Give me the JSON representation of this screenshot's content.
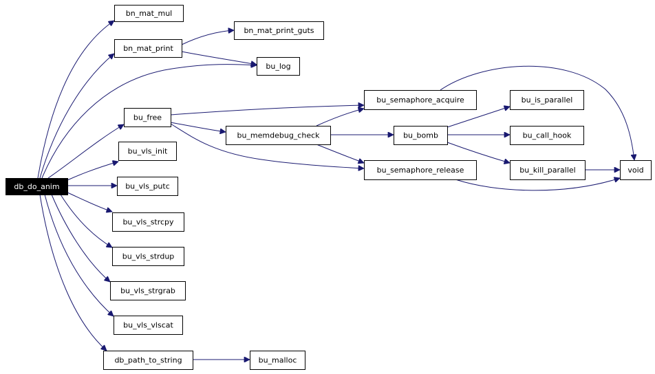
{
  "graph": {
    "edge_color": "#191970",
    "root_fill": "#000000",
    "nodes": [
      {
        "id": "db_do_anim",
        "label": "db_do_anim",
        "root": true
      },
      {
        "id": "bn_mat_mul",
        "label": "bn_mat_mul"
      },
      {
        "id": "bn_mat_print",
        "label": "bn_mat_print"
      },
      {
        "id": "bn_mat_print_guts",
        "label": "bn_mat_print_guts"
      },
      {
        "id": "bu_log",
        "label": "bu_log"
      },
      {
        "id": "bu_free",
        "label": "bu_free"
      },
      {
        "id": "bu_semaphore_acquire",
        "label": "bu_semaphore_acquire"
      },
      {
        "id": "bu_memdebug_check",
        "label": "bu_memdebug_check"
      },
      {
        "id": "bu_bomb",
        "label": "bu_bomb"
      },
      {
        "id": "bu_semaphore_release",
        "label": "bu_semaphore_release"
      },
      {
        "id": "bu_is_parallel",
        "label": "bu_is_parallel"
      },
      {
        "id": "bu_call_hook",
        "label": "bu_call_hook"
      },
      {
        "id": "bu_kill_parallel",
        "label": "bu_kill_parallel"
      },
      {
        "id": "void",
        "label": "void"
      },
      {
        "id": "bu_vls_init",
        "label": "bu_vls_init"
      },
      {
        "id": "bu_vls_putc",
        "label": "bu_vls_putc"
      },
      {
        "id": "bu_vls_strcpy",
        "label": "bu_vls_strcpy"
      },
      {
        "id": "bu_vls_strdup",
        "label": "bu_vls_strdup"
      },
      {
        "id": "bu_vls_strgrab",
        "label": "bu_vls_strgrab"
      },
      {
        "id": "bu_vls_vlscat",
        "label": "bu_vls_vlscat"
      },
      {
        "id": "db_path_to_string",
        "label": "db_path_to_string"
      },
      {
        "id": "bu_malloc",
        "label": "bu_malloc"
      }
    ],
    "edges": [
      {
        "from": "db_do_anim",
        "to": "bn_mat_mul"
      },
      {
        "from": "db_do_anim",
        "to": "bn_mat_print"
      },
      {
        "from": "db_do_anim",
        "to": "bu_log"
      },
      {
        "from": "db_do_anim",
        "to": "bu_free"
      },
      {
        "from": "db_do_anim",
        "to": "bu_vls_init"
      },
      {
        "from": "db_do_anim",
        "to": "bu_vls_putc"
      },
      {
        "from": "db_do_anim",
        "to": "bu_vls_strcpy"
      },
      {
        "from": "db_do_anim",
        "to": "bu_vls_strdup"
      },
      {
        "from": "db_do_anim",
        "to": "bu_vls_strgrab"
      },
      {
        "from": "db_do_anim",
        "to": "bu_vls_vlscat"
      },
      {
        "from": "db_do_anim",
        "to": "db_path_to_string"
      },
      {
        "from": "bn_mat_print",
        "to": "bn_mat_print_guts"
      },
      {
        "from": "bn_mat_print",
        "to": "bu_log"
      },
      {
        "from": "bu_free",
        "to": "bu_semaphore_acquire"
      },
      {
        "from": "bu_free",
        "to": "bu_memdebug_check"
      },
      {
        "from": "bu_free",
        "to": "bu_semaphore_release"
      },
      {
        "from": "bu_memdebug_check",
        "to": "bu_semaphore_acquire"
      },
      {
        "from": "bu_memdebug_check",
        "to": "bu_bomb"
      },
      {
        "from": "bu_memdebug_check",
        "to": "bu_semaphore_release"
      },
      {
        "from": "bu_semaphore_acquire",
        "to": "void"
      },
      {
        "from": "bu_semaphore_release",
        "to": "void"
      },
      {
        "from": "bu_bomb",
        "to": "bu_is_parallel"
      },
      {
        "from": "bu_bomb",
        "to": "bu_call_hook"
      },
      {
        "from": "bu_bomb",
        "to": "bu_kill_parallel"
      },
      {
        "from": "bu_kill_parallel",
        "to": "void"
      },
      {
        "from": "db_path_to_string",
        "to": "bu_malloc"
      }
    ]
  }
}
